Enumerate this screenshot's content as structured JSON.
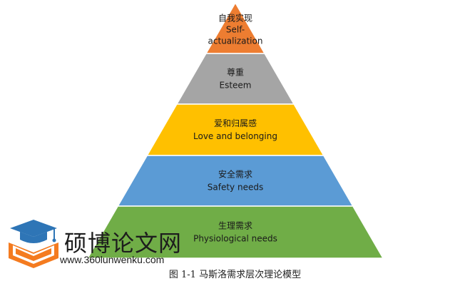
{
  "pyramid": {
    "levels": [
      {
        "label_cn": "自我实现",
        "label_en": [
          "Self-",
          "actualization"
        ],
        "color": "#ED7D31"
      },
      {
        "label_cn": "尊重",
        "label_en": [
          "Esteem"
        ],
        "color": "#A5A5A5"
      },
      {
        "label_cn": "爱和归属感",
        "label_en": [
          "Love and belonging"
        ],
        "color": "#FFC000"
      },
      {
        "label_cn": "安全需求",
        "label_en": [
          "Safety needs"
        ],
        "color": "#5B9BD5"
      },
      {
        "label_cn": "生理需求",
        "label_en": [
          "Physiological needs"
        ],
        "color": "#70AD47"
      }
    ]
  },
  "watermark": {
    "name": "硕博论文网",
    "url": "www.360lunwenku.com",
    "logo_colors": {
      "cap": "#2E75B6",
      "book": "#F47B20"
    }
  },
  "caption": "图 1-1 马斯洛需求层次理论模型"
}
